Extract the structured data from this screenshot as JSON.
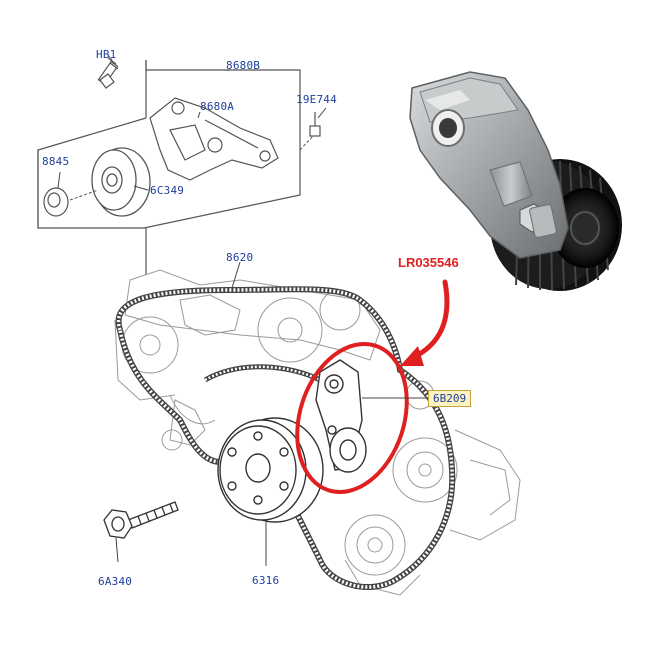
{
  "parts": {
    "hb1": "HB1",
    "p8680b": "8680B",
    "p8680a": "8680A",
    "p19e744": "19E744",
    "p8845": "8845",
    "p6c349": "6C349",
    "p8620": "8620",
    "lr035546": "LR035546",
    "p6b209": "6B209",
    "p6a340": "6A340",
    "p6316": "6316"
  },
  "colors": {
    "label_blue": "#1f3f9a",
    "highlight_red": "#e02020",
    "callout_fill": "#fbf3c4",
    "line_art": "#7a7a7a"
  }
}
